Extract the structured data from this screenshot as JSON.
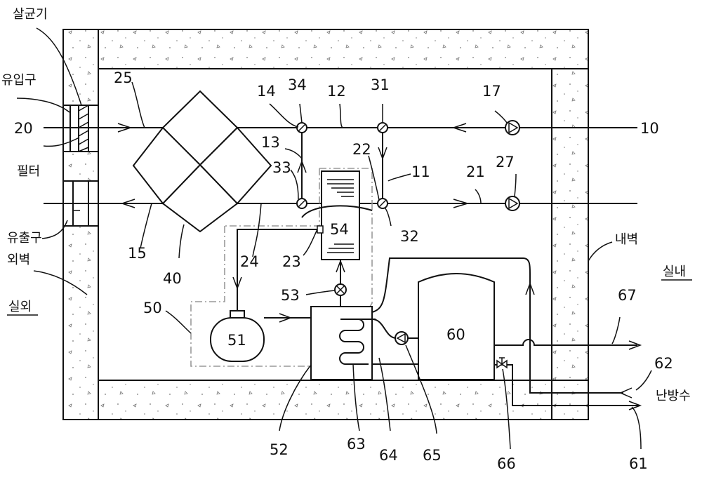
{
  "labels": {
    "sterilizer": "살균기",
    "inlet": "유입구",
    "filter": "필터",
    "outlet": "유출구",
    "outer_wall": "외벽",
    "outdoor": "실외",
    "inner_wall": "내벽",
    "indoor": "실내",
    "heating_water": "난방수"
  },
  "refs": {
    "r10": "10",
    "r11": "11",
    "r12": "12",
    "r13": "13",
    "r14": "14",
    "r15": "15",
    "r17": "17",
    "r20": "20",
    "r21": "21",
    "r22": "22",
    "r23": "23",
    "r24": "24",
    "r25": "25",
    "r27": "27",
    "r31": "31",
    "r32": "32",
    "r33": "33",
    "r34": "34",
    "r40": "40",
    "r50": "50",
    "r51": "51",
    "r52": "52",
    "r53": "53",
    "r54": "54",
    "r60": "60",
    "r61": "61",
    "r62": "62",
    "r63": "63",
    "r64": "64",
    "r65": "65",
    "r66": "66",
    "r67": "67"
  }
}
